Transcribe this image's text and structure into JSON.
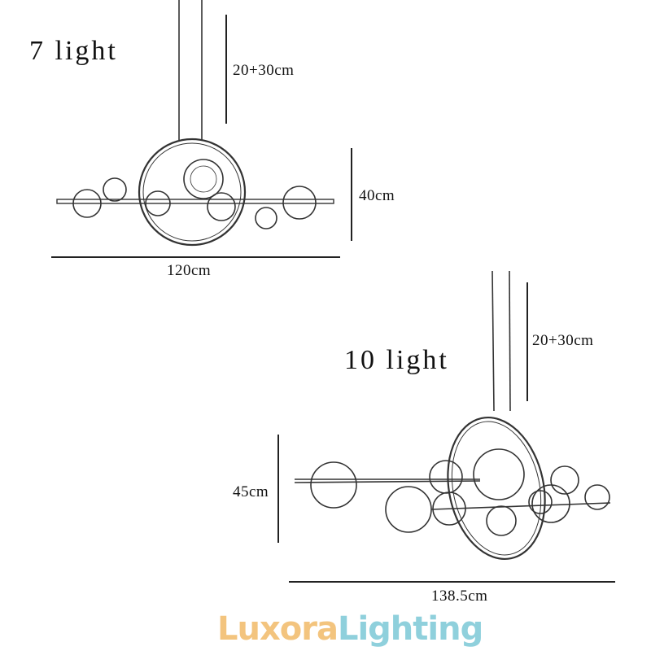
{
  "diagrams": [
    {
      "title": "7 light",
      "drop_length": "20+30cm",
      "height": "40cm",
      "width": "120cm"
    },
    {
      "title": "10 light",
      "drop_length": "20+30cm",
      "height": "45cm",
      "width": "138.5cm"
    }
  ],
  "logo": {
    "part1": "Luxora",
    "part2": "Lighting",
    "color1": "#f3c47e",
    "color2": "#8fd0dc"
  }
}
